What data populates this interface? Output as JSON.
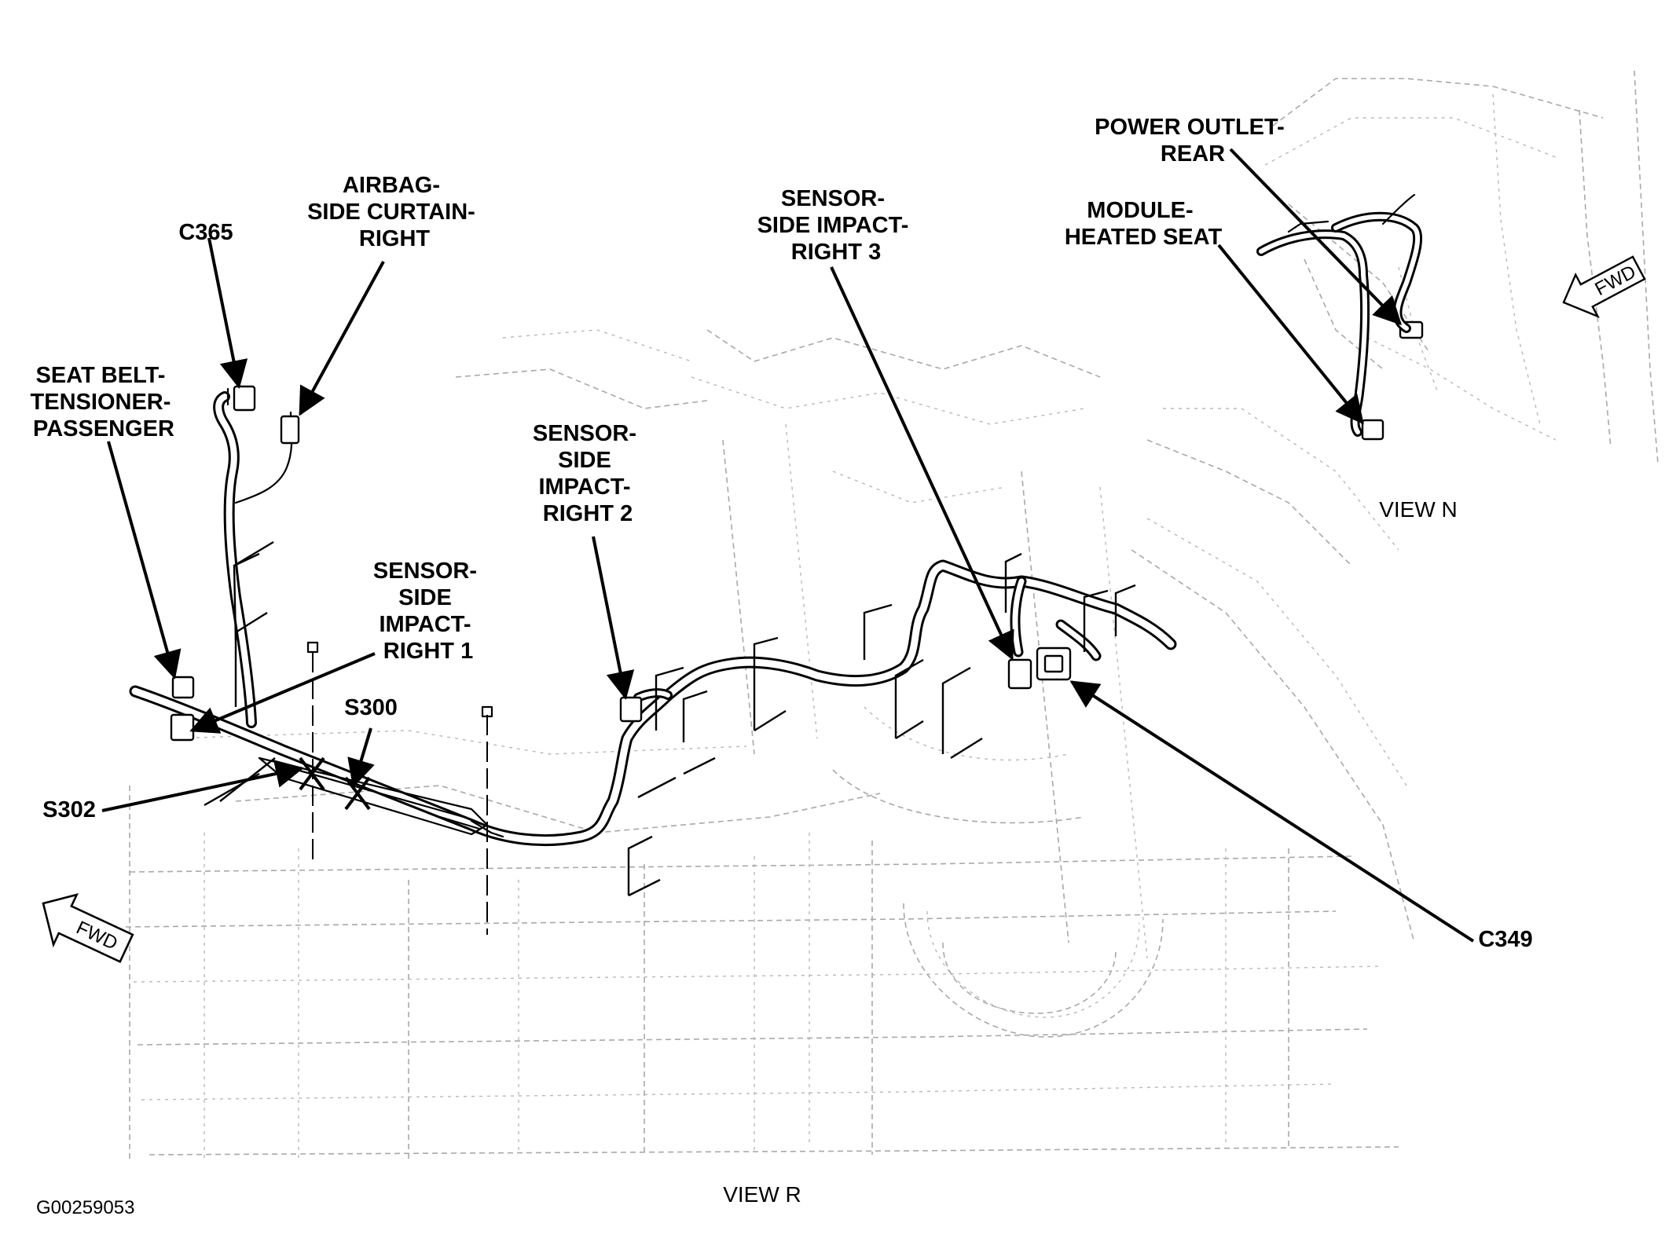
{
  "diagram": {
    "callouts": {
      "power_outlet_rear": [
        "POWER OUTLET-",
        "REAR"
      ],
      "module_heated_seat": [
        "MODULE-",
        "HEATED SEAT"
      ],
      "sensor_side_impact_right_3": [
        "SENSOR-",
        "SIDE IMPACT-",
        "RIGHT 3"
      ],
      "airbag_side_curtain_right": [
        "AIRBAG-",
        "SIDE CURTAIN-",
        "RIGHT"
      ],
      "c365": "C365",
      "seat_belt_tensioner_passenger": [
        "SEAT BELT-",
        "TENSIONER-",
        "PASSENGER"
      ],
      "sensor_side_impact_right_2": [
        "SENSOR-",
        "SIDE",
        "IMPACT-",
        "RIGHT 2"
      ],
      "sensor_side_impact_right_1": [
        "SENSOR-",
        "SIDE",
        "IMPACT-",
        "RIGHT 1"
      ],
      "s300": "S300",
      "s302": "S302",
      "c349": "C349"
    },
    "views": {
      "view_n": "VIEW N",
      "view_r": "VIEW R"
    },
    "fwd_arrows": [
      "FWD",
      "FWD"
    ],
    "figure_code": "G00259053"
  }
}
